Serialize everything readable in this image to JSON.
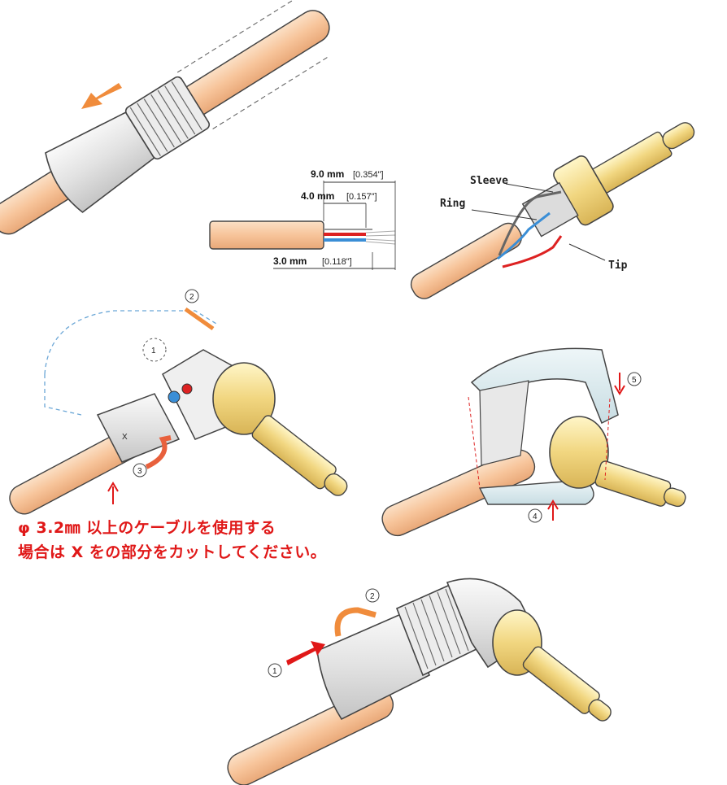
{
  "dimensions": {
    "d1": "9.0 mm",
    "d1_in": "[0.354\"]",
    "d2": "4.0 mm",
    "d2_in": "[0.157\"]",
    "d3": "3.0 mm",
    "d3_in": "[0.118\"]"
  },
  "wiring": {
    "sleeve": "Sleeve",
    "ring": "Ring",
    "tip": "Tip"
  },
  "steps": {
    "s1": "1",
    "s2": "2",
    "s3": "3",
    "s4": "4",
    "s5": "5",
    "x_mark": "X"
  },
  "note": {
    "line1": "φ 3.2㎜ 以上のケーブルを使用する",
    "line2": "場合は X をの部分をカットしてください。"
  },
  "colors": {
    "cable": "#f7c9a0",
    "arrow": "#f08c3c",
    "note": "#e01818",
    "brass": "#f3dc8a",
    "shell": "#e4e4e4"
  }
}
